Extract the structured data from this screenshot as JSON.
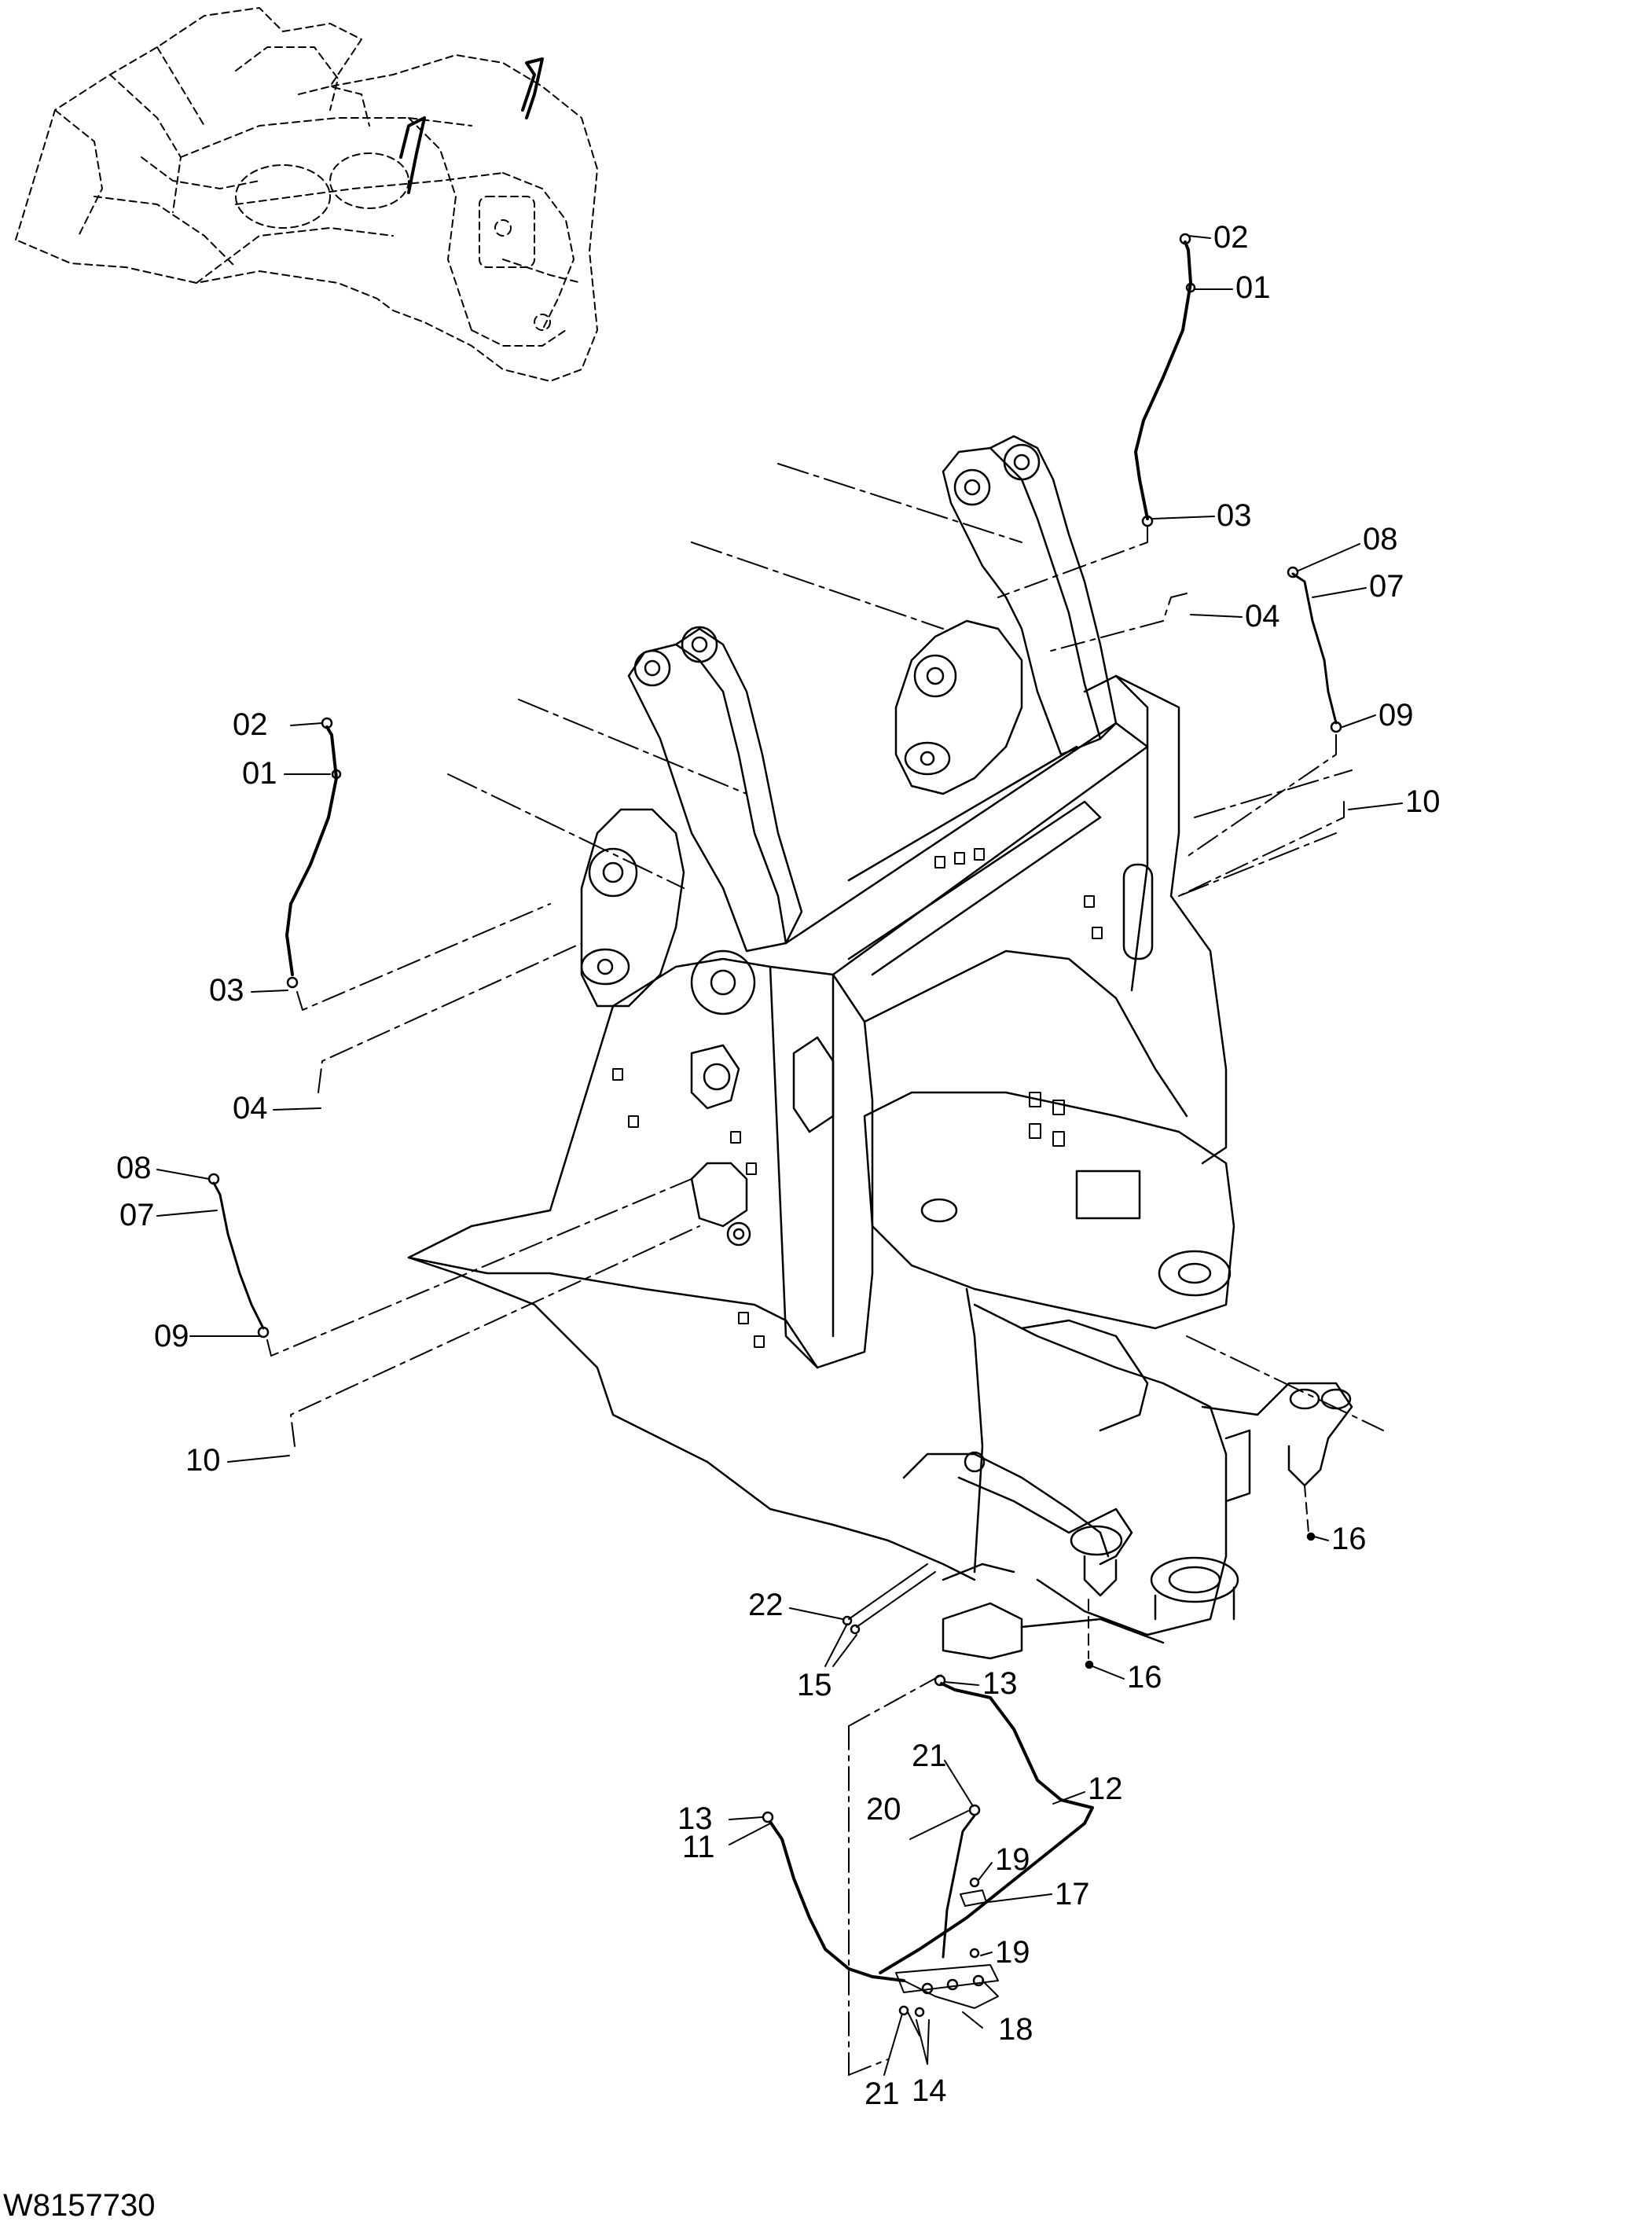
{
  "drawing_number": "W8157730",
  "callouts": {
    "c02a": "02",
    "c01a": "01",
    "c03a": "03",
    "c04a": "04",
    "c08a": "08",
    "c07a": "07",
    "c09a": "09",
    "c10a": "10",
    "c02b": "02",
    "c01b": "01",
    "c03b": "03",
    "c04b": "04",
    "c08b": "08",
    "c07b": "07",
    "c09b": "09",
    "c10b": "10",
    "c16a": "16",
    "c16b": "16",
    "c22": "22",
    "c15": "15",
    "c13a": "13",
    "c12": "12",
    "c21a": "21",
    "c20": "20",
    "c19a": "19",
    "c17": "17",
    "c19b": "19",
    "c18": "18",
    "c13b": "13",
    "c11": "11",
    "c21b": "21",
    "c14": "14"
  },
  "icons": {
    "overview_inset": "loader-front-overview-icon",
    "main_assembly": "loader-frame-lubrication-icon"
  }
}
